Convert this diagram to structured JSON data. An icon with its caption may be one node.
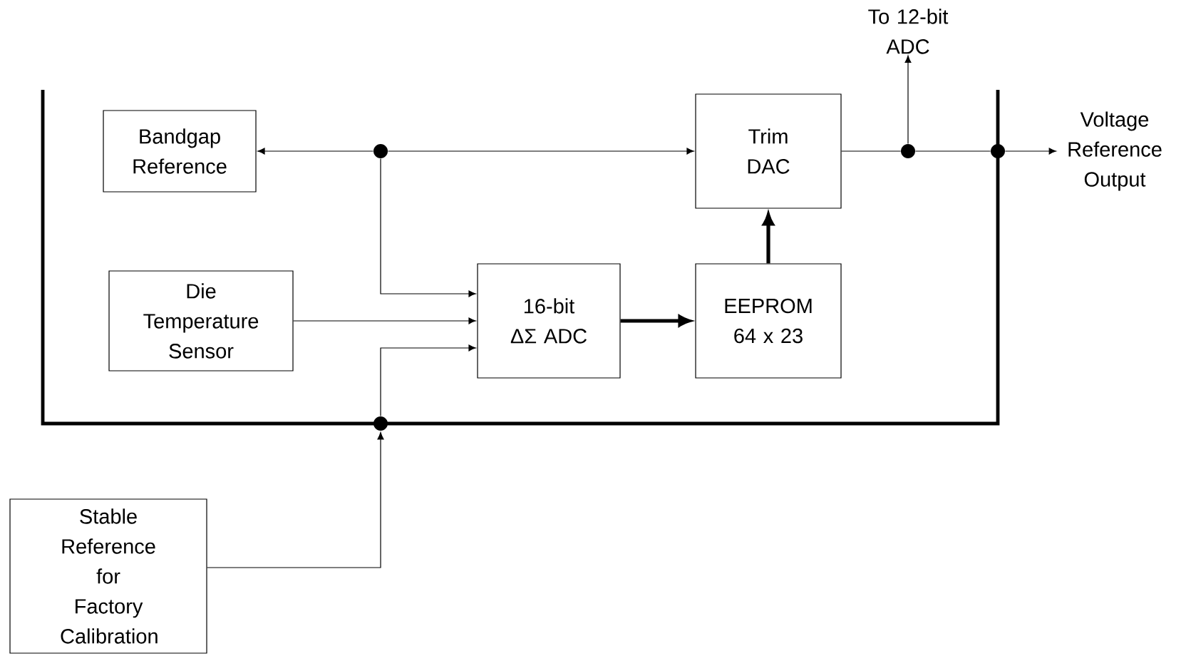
{
  "diagram": {
    "nodes": [
      {
        "text": [
          "Bandgap Reference"
        ]
      },
      {
        "text": [
          "Die Temperature Sensor"
        ]
      },
      {
        "text": [
          "16-bit ΔΣ ADC"
        ]
      },
      {
        "text": [
          "Trim DAC"
        ]
      },
      {
        "text": [
          "EEPROM 64 x 23"
        ]
      },
      {
        "text": [
          "To 12-bit ADC"
        ]
      },
      {
        "text": [
          "Voltage Reference Output"
        ]
      },
      {
        "text": [
          "Stable Reference for Factory Calibration"
        ]
      },
      {
        "text": [],
        "shape": "circle"
      },
      {
        "text": [],
        "shape": "circle"
      },
      {
        "text": [],
        "shape": "circle"
      },
      {
        "text": [],
        "shape": "circle"
      }
    ],
    "edges": [
      {
        "from": 8,
        "to": 0,
        "arrow": "to"
      },
      {
        "from": 8,
        "to": 3,
        "arrow": "to"
      },
      {
        "from": 8,
        "to": 2,
        "arrow": "to"
      },
      {
        "from": 1,
        "to": 2,
        "arrow": "to"
      },
      {
        "from": 11,
        "to": 2,
        "arrow": "to"
      },
      {
        "from": 7,
        "to": 11,
        "arrow": "to"
      },
      {
        "from": 2,
        "to": 4,
        "arrow": "to",
        "style": "thick"
      },
      {
        "from": 4,
        "to": 3,
        "arrow": "to",
        "style": "thick"
      },
      {
        "from": 3,
        "to": 9,
        "arrow": "none"
      },
      {
        "from": 9,
        "to": 5,
        "arrow": "to"
      },
      {
        "from": 9,
        "to": 10,
        "arrow": "none"
      },
      {
        "from": 10,
        "to": 6,
        "arrow": "to"
      }
    ]
  }
}
